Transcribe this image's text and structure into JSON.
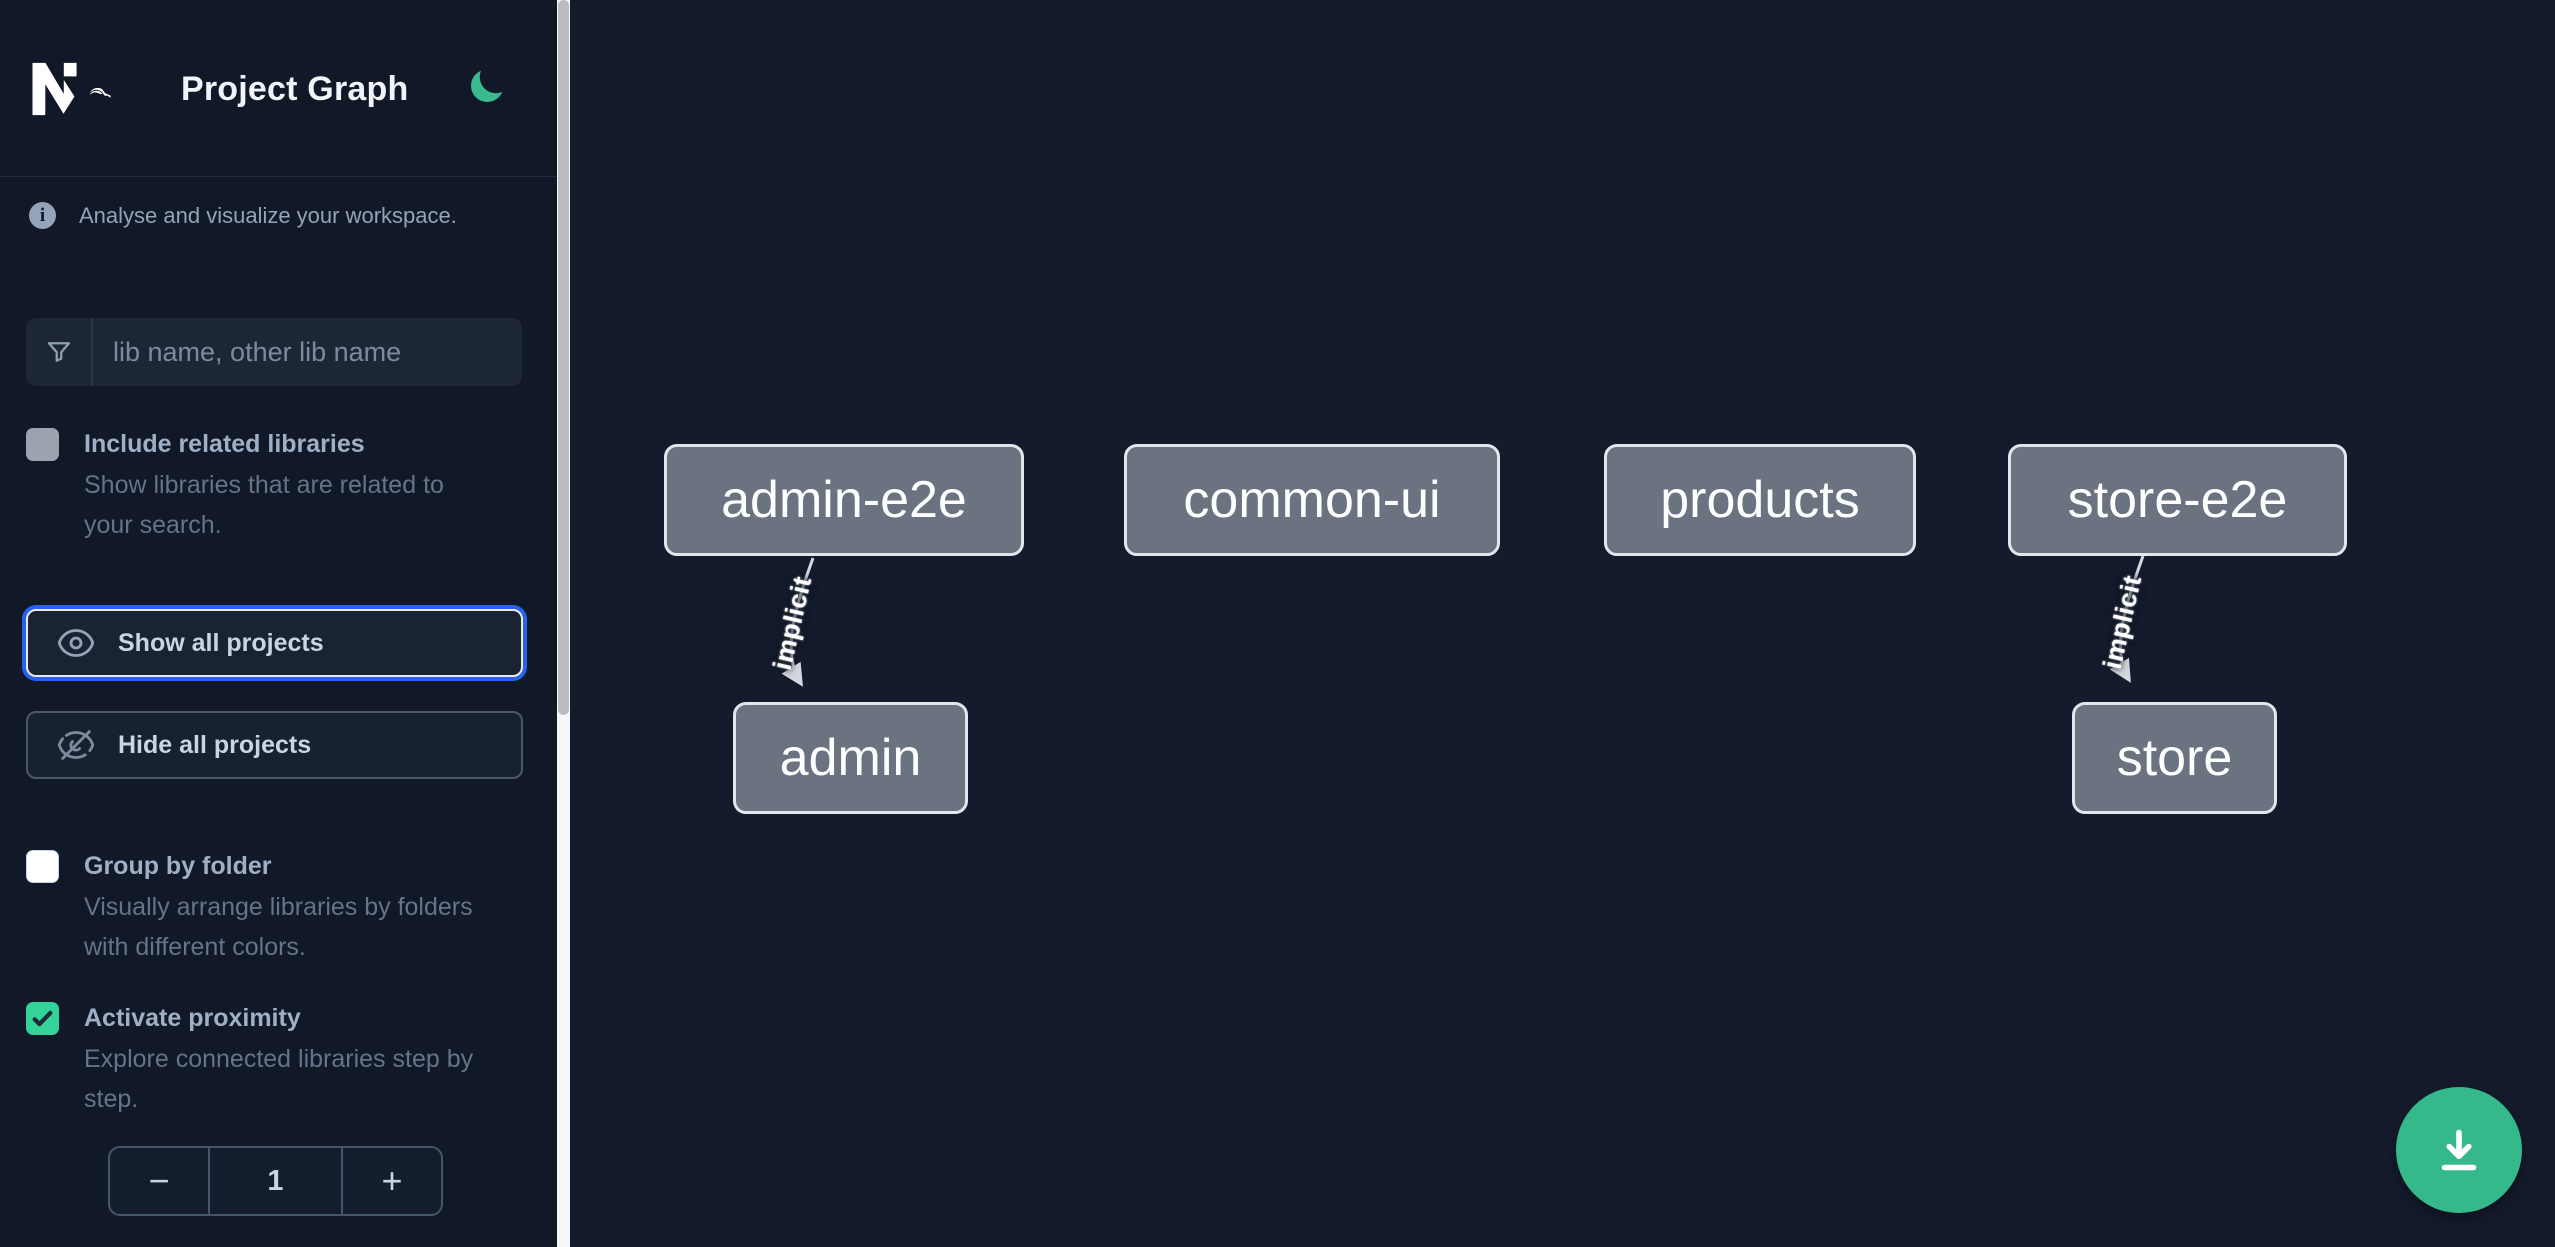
{
  "header": {
    "app_title": "Project Graph"
  },
  "sidebar": {
    "tagline": "Analyse and visualize your workspace.",
    "filter": {
      "placeholder": "lib name, other lib name",
      "value": ""
    },
    "include_related": {
      "label": "Include related libraries",
      "description": "Show libraries that are related to your search.",
      "checked": false
    },
    "show_all_label": "Show all projects",
    "hide_all_label": "Hide all projects",
    "group_by_folder": {
      "label": "Group by folder",
      "description": "Visually arrange libraries by folders with different colors.",
      "checked": false
    },
    "activate_proximity": {
      "label": "Activate proximity",
      "description": "Explore connected libraries step by step.",
      "checked": true
    },
    "proximity_stepper": {
      "decrement_label": "−",
      "value": "1",
      "increment_label": "+"
    }
  },
  "graph": {
    "nodes": [
      {
        "label": "admin-e2e"
      },
      {
        "label": "common-ui"
      },
      {
        "label": "products"
      },
      {
        "label": "store-e2e"
      },
      {
        "label": "admin"
      },
      {
        "label": "store"
      }
    ],
    "edges": [
      {
        "source": "admin-e2e",
        "target": "admin",
        "label": "implicit"
      },
      {
        "source": "store-e2e",
        "target": "store",
        "label": "implicit"
      }
    ]
  },
  "icons": {
    "logo": "nx-logo",
    "theme": "moon-icon",
    "info": "info-icon",
    "filter": "funnel-icon",
    "show": "eye-icon",
    "hide": "eye-slash-icon",
    "download": "download-icon"
  },
  "colors": {
    "sidebar_bg": "#111827",
    "canvas_bg": "#141b2c",
    "accent_green": "#35b98b",
    "checkbox_green": "#34d399",
    "focus_blue": "#2563eb",
    "node_fill": "#6b7280",
    "node_border": "#e3e7ec",
    "edge_color": "#d4d9e0"
  }
}
